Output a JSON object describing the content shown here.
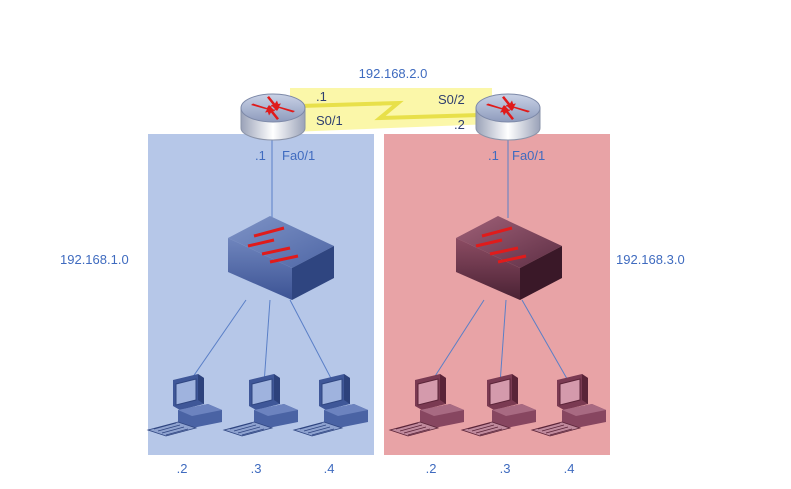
{
  "colors": {
    "lan_left": "#b6c7e8",
    "lan_right": "#e8a3a6",
    "serial_link": "#fbf6a0",
    "router_body": "#9aa6c4",
    "router_arrow": "#e01b1b",
    "line": "#5a7fc7",
    "label": "#3f6bbf"
  },
  "wan": {
    "network": "192.168.2.0",
    "left_router_ip": ".1",
    "left_router_port": "S0/1",
    "right_router_ip": ".2",
    "right_router_port": "S0/2"
  },
  "lan_left": {
    "network": "192.168.1.0",
    "router_ip": ".1",
    "router_port": "Fa0/1",
    "hosts": [
      ".2",
      ".3",
      ".4"
    ]
  },
  "lan_right": {
    "network": "192.168.3.0",
    "router_ip": ".1",
    "router_port": "Fa0/1",
    "hosts": [
      ".2",
      ".3",
      ".4"
    ]
  }
}
